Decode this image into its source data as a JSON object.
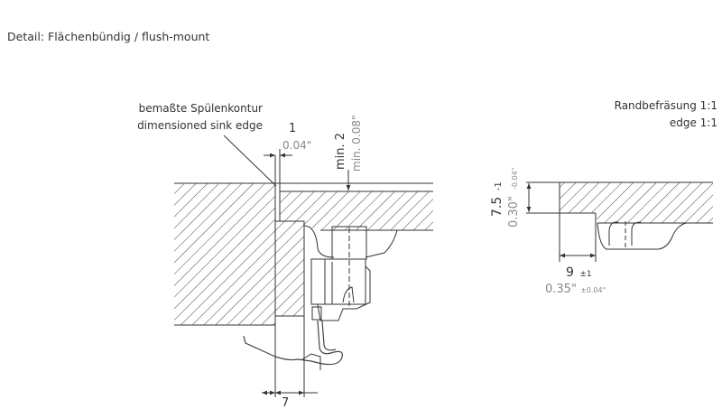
{
  "title": "Detail: Flächenbündig / flush-mount",
  "left_detail": {
    "label_de": "bemaßte Spülenkontur",
    "label_en": "dimensioned sink edge",
    "dim_edge_mm": "1",
    "dim_edge_in": "0.04\"",
    "dim_min_mm": "min. 2",
    "dim_min_in": "min. 0.08\"",
    "dim_width_mm": "7"
  },
  "right_detail": {
    "label_de": "Randbefräsung 1:1",
    "label_en": "edge 1:1",
    "dim_depth_mm": "7.5",
    "dim_depth_tol": "-1",
    "dim_depth_in": "0.30\"",
    "dim_depth_in_tol": "-0.04\"",
    "dim_width_mm": "9",
    "dim_width_tol": "±1",
    "dim_width_in": "0.35\"",
    "dim_width_in_tol": "±0.04\""
  }
}
